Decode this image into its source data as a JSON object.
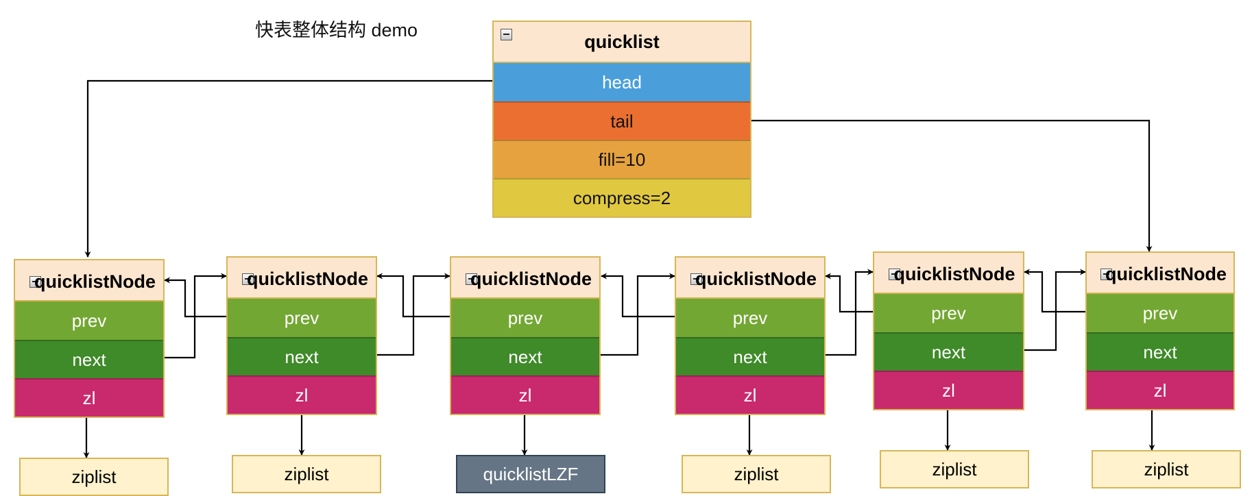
{
  "title": "快表整体结构 demo",
  "quicklist": {
    "header": "quicklist",
    "fields": [
      "head",
      "tail",
      "fill=10",
      "compress=2"
    ]
  },
  "nodes": [
    {
      "header": "quicklistNode",
      "prev": "prev",
      "next": "next",
      "zl": "zl",
      "target": "ziplist"
    },
    {
      "header": "quicklistNode",
      "prev": "prev",
      "next": "next",
      "zl": "zl",
      "target": "ziplist"
    },
    {
      "header": "quicklistNode",
      "prev": "prev",
      "next": "next",
      "zl": "zl",
      "target": "quicklistLZF"
    },
    {
      "header": "quicklistNode",
      "prev": "prev",
      "next": "next",
      "zl": "zl",
      "target": "ziplist"
    },
    {
      "header": "quicklistNode",
      "prev": "prev",
      "next": "next",
      "zl": "zl",
      "target": "ziplist"
    },
    {
      "header": "quicklistNode",
      "prev": "prev",
      "next": "next",
      "zl": "zl",
      "target": "ziplist"
    }
  ],
  "colors": {
    "header_fill": "#fde6cf",
    "header_border": "#d6b656",
    "head": "#4a9fdb",
    "tail": "#ea6f30",
    "fill": "#e6a23f",
    "compress": "#e0c840",
    "prev": "#73a733",
    "next": "#3f8a29",
    "zl": "#c9296d",
    "ziplist_fill": "#fff2cc",
    "lzf_fill": "#657585"
  },
  "icons": [
    "collapse-icon"
  ]
}
